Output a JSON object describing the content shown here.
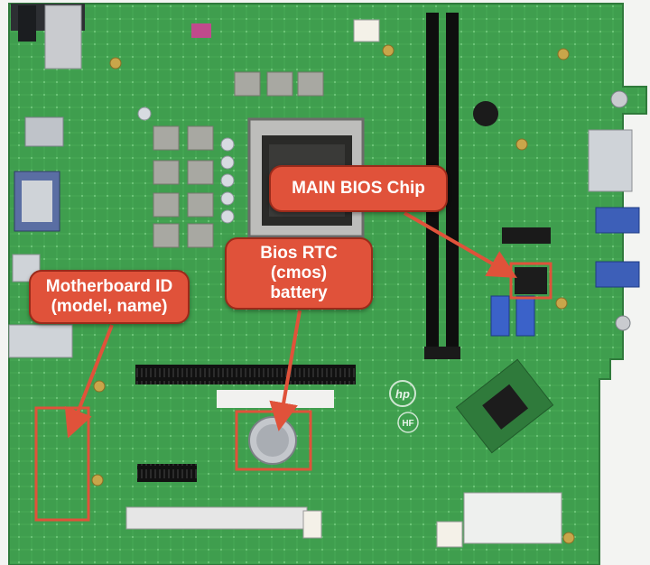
{
  "callouts": {
    "main_bios": "MAIN BIOS Chip",
    "rtc_line1": "Bios RTC",
    "rtc_line2": "(cmos)",
    "rtc_line3": "battery",
    "id_line1": "Motherboard ID",
    "id_line2": "(model, name)"
  },
  "board_markings": {
    "vendor_logo": "hp",
    "hf_mark": "HF"
  },
  "colors": {
    "pcb_green": "#3f9e4e",
    "annotation_red": "#e0523a",
    "annotation_border": "#9a2a1a"
  }
}
